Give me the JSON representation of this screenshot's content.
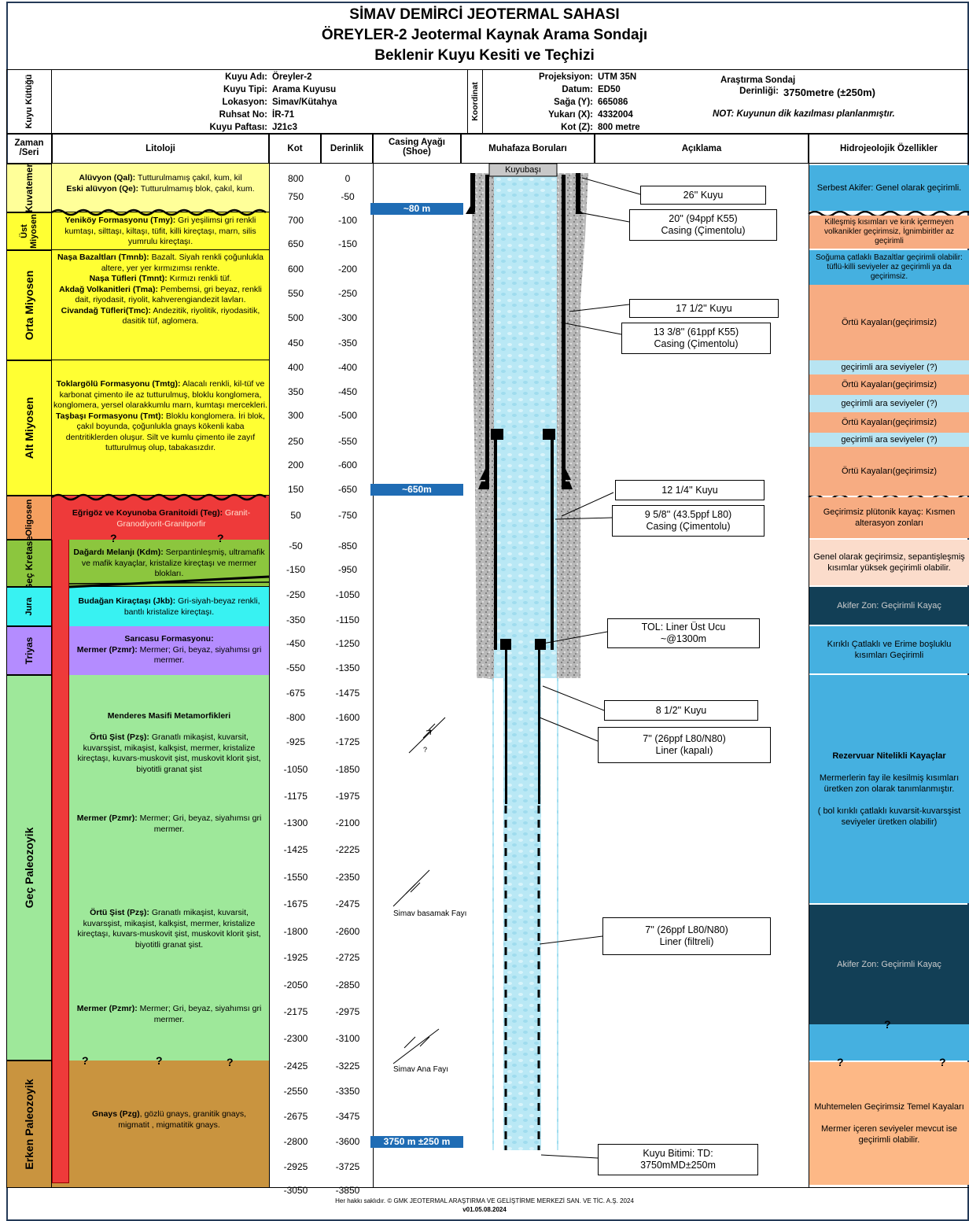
{
  "title": {
    "line1": "SİMAV DEMİRCİ JEOTERMAL SAHASI",
    "line2": "ÖREYLER-2 Jeotermal Kaynak Arama Sondajı",
    "line3": "Beklenir Kuyu Kesiti ve Teçhizi"
  },
  "well_card": {
    "side_label": "Kuyu Kütüğü",
    "keys": [
      "Kuyu Adı:",
      "Kuyu Tipi:",
      "Lokasyon:",
      "Ruhsat No:",
      "Kuyu Paftası:"
    ],
    "values": [
      "Öreyler-2",
      "Arama Kuyusu",
      "Simav/Kütahya",
      "İR-71",
      "J21c3"
    ],
    "coord_label": "Koordinat",
    "coord_keys": [
      "Projeksiyon:",
      "Datum:",
      "Sağa (Y):",
      "Yukarı (X):",
      "Kot (Z):"
    ],
    "coord_values": [
      "UTM 35N",
      "ED50",
      "665086",
      "4332004",
      "800 metre"
    ],
    "drill_label": "Araştırma Sondaj",
    "depth_key": "Derinliği:",
    "depth_value": "3750metre (±250m)",
    "note": "NOT: Kuyunun dik kazılması planlanmıştır."
  },
  "columns": {
    "age": "Zaman /Seri",
    "lithology": "Litoloji",
    "kot": "Kot",
    "depth": "Derinlik",
    "shoe": "Casing Ayağı (Shoe)",
    "casing": "Muhafaza Boruları",
    "desc": "Açıklama",
    "hydro": "Hidrojeolojik Özellikler"
  },
  "ages": [
    {
      "label": "Kuvatemer",
      "color": "#ffff99"
    },
    {
      "label": "Üst Miyosen",
      "color": "#ffff33"
    },
    {
      "label": "Orta Miyosen",
      "color": "#ffff33"
    },
    {
      "label": "Alt Miyosen",
      "color": "#ffff33"
    },
    {
      "label": "Oligosen",
      "color": "#f5a060"
    },
    {
      "label": "Geç Kretase",
      "color": "#8cc63e"
    },
    {
      "label": "Jura",
      "color": "#38f2f2"
    },
    {
      "label": "Triyas",
      "color": "#b48cff"
    },
    {
      "label": "Geç Paleozoyik",
      "color": "#9ee89a"
    },
    {
      "label": "Erken Paleozoyik",
      "color": "#c9943f"
    }
  ],
  "lithology": [
    {
      "name1": "Alüvyon (Qal):",
      "text1": " Tutturulmamış çakıl, kum, kil",
      "name2": "Eski alüvyon (Qe):",
      "text2": " Tutturulmamış blok, çakıl, kum."
    },
    {
      "name1": "Yeniköy Formasyonu (Tmy):",
      "text1": " Gri yeşilimsi gri renkli kumtaşı, silttaşı, kiltaşı, tüfit, killi kireçtaşı, marn, silis yumrulu kireçtaşı."
    },
    {
      "name1": "Naşa Bazaltları (Tmnb):",
      "text1": " Bazalt. Siyah renkli çoğunlukla altere, yer yer kırmızımsı renkte.",
      "name2": "Naşa Tüfleri (Tmnt):",
      "text2": " Kırmızı renkli tüf.",
      "name3": "Akdağ Volkanitleri (Tma):",
      "text3": " Pembemsi, gri beyaz, renkli dait, riyodasit, riyolit, kahverengiandezit lavları.",
      "name4": "Civandağ Tüfleri(Tmc):",
      "text4": " Andezitik, riyolitik, riyodasitik, dasitik tüf, aglomera."
    },
    {
      "name1": "Toklargölü Formasyonu (Tmtg):",
      "text1": " Alacalı renkli, kil-tüf ve karbonat çimento ile az tutturulmuş, bloklu konglomera, konglomera, yersel olarakkumlu marn, kumtaşı mercekleri.",
      "name2": "Taşbaşı Formasyonu (Tmt):",
      "text2": " Bloklu konglomera. İri blok, çakıl boyunda, çoğunlukla gnays kökenli kaba dentritiklerden oluşur. Silt ve kumlu çimento ile zayıf tutturulmuş olup, tabakasızdır."
    },
    {
      "name1": "Eğrigöz ve Koyunoba Granitoidi (Teg):",
      "text1": " Granit-Granodiyorit-Granitporfir"
    },
    {
      "name1": "Dağardı Melanjı (Kdm):",
      "text1": " Serpantinleşmiş, ultramafik ve mafik kayaçlar, kristalize kireçtaşı ve mermer blokları."
    },
    {
      "name1": "Budağan Kiraçtaşı (Jkb):",
      "text1": " Gri-siyah-beyaz renkli, bantlı kristalize kireçtaşı."
    },
    {
      "name1": "Sarıcasu Formasyonu:",
      "name2": "Mermer (Pzmr):",
      "text2": " Mermer; Gri, beyaz, siyahımsı gri mermer."
    },
    {
      "head": "Menderes Masifi Metamorfikleri",
      "name1": "Örtü Şist (Pzş):",
      "text1": " Granatlı mikaşist, kuvarsit, kuvarsşist, mikaşist, kalkşist, mermer, kristalize kireçtaşı, kuvars-muskovit şist, muskovit klorit şist, biyotitli granat şist",
      "name2": "Mermer (Pzmr):",
      "text2": " Mermer; Gri, beyaz, siyahımsı gri mermer.",
      "name3": "Örtü Şist (Pzş):",
      "text3": " Granatlı mikaşist, kuvarsit, kuvarsşist, mikaşist, kalkşist, mermer, kristalize kireçtaşı, kuvars-muskovit şist, muskovit klorit şist, biyotitli granat şist.",
      "name4": "Mermer (Pzmr):",
      "text4": " Mermer; Gri, beyaz, siyahımsı gri mermer."
    },
    {
      "name1": "Gnays (Pzg)",
      "text1": ", gözlü gnays, granitik gnays, migmatit , migmatitik gnays."
    }
  ],
  "kot": [
    "800",
    "750",
    "700",
    "650",
    "600",
    "550",
    "500",
    "450",
    "400",
    "350",
    "300",
    "250",
    "200",
    "150",
    "50",
    "-50",
    "-150",
    "-250",
    "-350",
    "-450",
    "-550",
    "-675",
    "-800",
    "-925",
    "-1050",
    "-1175",
    "-1300",
    "-1425",
    "-1550",
    "-1675",
    "-1800",
    "-1925",
    "-2050",
    "-2175",
    "-2300",
    "-2425",
    "-2550",
    "-2675",
    "-2800",
    "-2925",
    "-3050"
  ],
  "depth": [
    "0",
    "-50",
    "-100",
    "-150",
    "-200",
    "-250",
    "-300",
    "-350",
    "-400",
    "-450",
    "-500",
    "-550",
    "-600",
    "-650",
    "-750",
    "-850",
    "-950",
    "-1050",
    "-1150",
    "-1250",
    "-1350",
    "-1475",
    "-1600",
    "-1725",
    "-1850",
    "-1975",
    "-2100",
    "-2225",
    "-2350",
    "-2475",
    "-2600",
    "-2725",
    "-2850",
    "-2975",
    "-3100",
    "-3225",
    "-3350",
    "-3475",
    "-3600",
    "-3725",
    "-3850"
  ],
  "shoes": [
    "~80 m",
    "~650m",
    "3750 m  ±250 m"
  ],
  "wellhead": "Kuyubaşı",
  "faults": [
    "?",
    "Simav basamak Fayı",
    "Simav Ana Fayı"
  ],
  "question": "?",
  "annotations": [
    {
      "l1": "26'' Kuyu"
    },
    {
      "l1": "20'' (94ppf K55)",
      "l2": "Casing (Çimentolu)"
    },
    {
      "l1": "17 1/2'' Kuyu"
    },
    {
      "l1": "13 3/8'' (61ppf K55)",
      "l2": "Casing (Çimentolu)"
    },
    {
      "l1": "12 1/4'' Kuyu"
    },
    {
      "l1": "9 5/8'' (43.5ppf L80)",
      "l2": "Casing (Çimentolu)"
    },
    {
      "l1": "TOL: Liner Üst Ucu",
      "l2": "~@1300m"
    },
    {
      "l1": "8 1/2'' Kuyu"
    },
    {
      "l1": "7'' (26ppf L80/N80)",
      "l2": "Liner (kapalı)"
    },
    {
      "l1": "7'' (26ppf L80/N80)",
      "l2": "Liner (filtreli)"
    },
    {
      "l1": "Kuyu Bitimi: TD:",
      "l2": "3750mMD±250m"
    }
  ],
  "hydro": [
    {
      "text": "Serbest Akifer: Genel olarak geçirimli.",
      "color": "#45b0e0"
    },
    {
      "text": "Killeşmiş kısımları ve kırık içermeyen volkanikler geçirimsiz, İgnimbiritler az geçirimli",
      "color": "#f7ac82"
    },
    {
      "text": "Soğuma çatlaklı Bazaltlar geçirimli olabilir: tüflü-killi seviyeler az geçirimli ya da geçirimsiz.",
      "color": "#45b0e0"
    },
    {
      "text": "Örtü Kayaları(geçirimsiz)",
      "color": "#f7ac82"
    },
    {
      "text": "geçirimli ara seviyeler (?)",
      "color": "#b8e4f2"
    },
    {
      "text": "Örtü Kayaları(geçirimsiz)",
      "color": "#f7ac82"
    },
    {
      "text": "geçirimli ara seviyeler (?)",
      "color": "#b8e4f2"
    },
    {
      "text": "Örtü Kayaları(geçirimsiz)",
      "color": "#f7ac82"
    },
    {
      "text": "geçirimli ara seviyeler (?)",
      "color": "#b8e4f2"
    },
    {
      "text": "Örtü Kayaları(geçirimsiz)",
      "color": "#f7ac82"
    },
    {
      "text": "Geçirimsiz plütonik kayaç: Kısmen alterasyon zonları",
      "color": "#f7ac82"
    },
    {
      "text": "Genel olarak geçirimsiz, sepantişleşmiş kısımlar yüksek geçirimli olabilir.",
      "color": "#fbdccb"
    },
    {
      "text": "Akifer Zon: Geçirimli Kayaç",
      "color": "#123f56"
    },
    {
      "text": "Kırıklı Çatlaklı ve Erime boşluklu kısımları Geçirimli",
      "color": "#45b0e0"
    },
    {
      "title": "Rezervuar Nitelikli Kayaçlar",
      "text": "Mermerlerin fay ile kesilmiş kısımları üretken zon olarak tanımlanmıştır.",
      "text2": "( bol kırıklı çatlaklı kuvarsit-kuvarsşist seviyeler üretken olabilir)",
      "color": "#45b0e0"
    },
    {
      "text": "Akifer Zon: Geçirimli Kayaç",
      "color": "#123f56"
    },
    {
      "text": "",
      "color": "#45b0e0"
    },
    {
      "text": "Muhtemelen Geçirimsiz Temel Kayaları",
      "text2": "Mermer içeren seviyeler mevcut ise geçirimli olabilir.",
      "color": "#fdb886"
    }
  ],
  "footer": {
    "line1": "Her hakkı saklıdır. © GMK JEOTERMAL ARAŞTIRMA VE GELİŞTİRME MERKEZİ SAN. VE TİC. A.Ş. 2024",
    "line2": "v01.05.08.2024"
  }
}
